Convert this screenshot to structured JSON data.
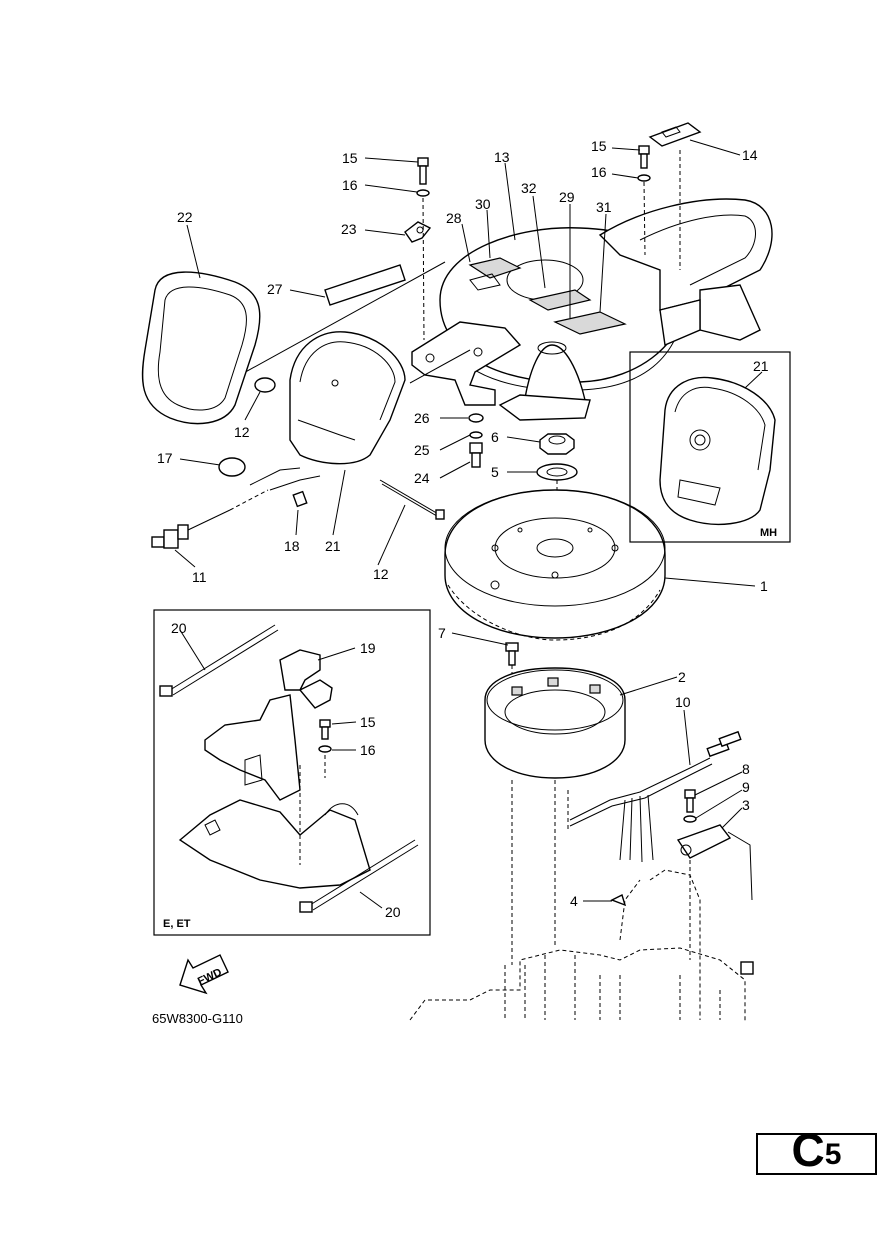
{
  "callouts": {
    "c1": "1",
    "c2": "2",
    "c3": "3",
    "c4": "4",
    "c5": "5",
    "c6": "6",
    "c7": "7",
    "c8": "8",
    "c9": "9",
    "c10": "10",
    "c11": "11",
    "c12a": "12",
    "c12b": "12",
    "c13": "13",
    "c14": "14",
    "c15a": "15",
    "c15b": "15",
    "c15c": "15",
    "c16a": "16",
    "c16b": "16",
    "c16c": "16",
    "c17": "17",
    "c18": "18",
    "c19": "19",
    "c20a": "20",
    "c20b": "20",
    "c21a": "21",
    "c21b": "21",
    "c22": "22",
    "c23": "23",
    "c24": "24",
    "c25": "25",
    "c26": "26",
    "c27": "27",
    "c28": "28",
    "c29": "29",
    "c30": "30",
    "c31": "31",
    "c32": "32"
  },
  "inset_mh": {
    "label": "MH"
  },
  "inset_e_et": {
    "label": "E, ET"
  },
  "fwd_arrow": {
    "label": "FWD"
  },
  "drawing_code": "65W8300-G110",
  "page_code": {
    "letter": "C",
    "number": "5"
  }
}
